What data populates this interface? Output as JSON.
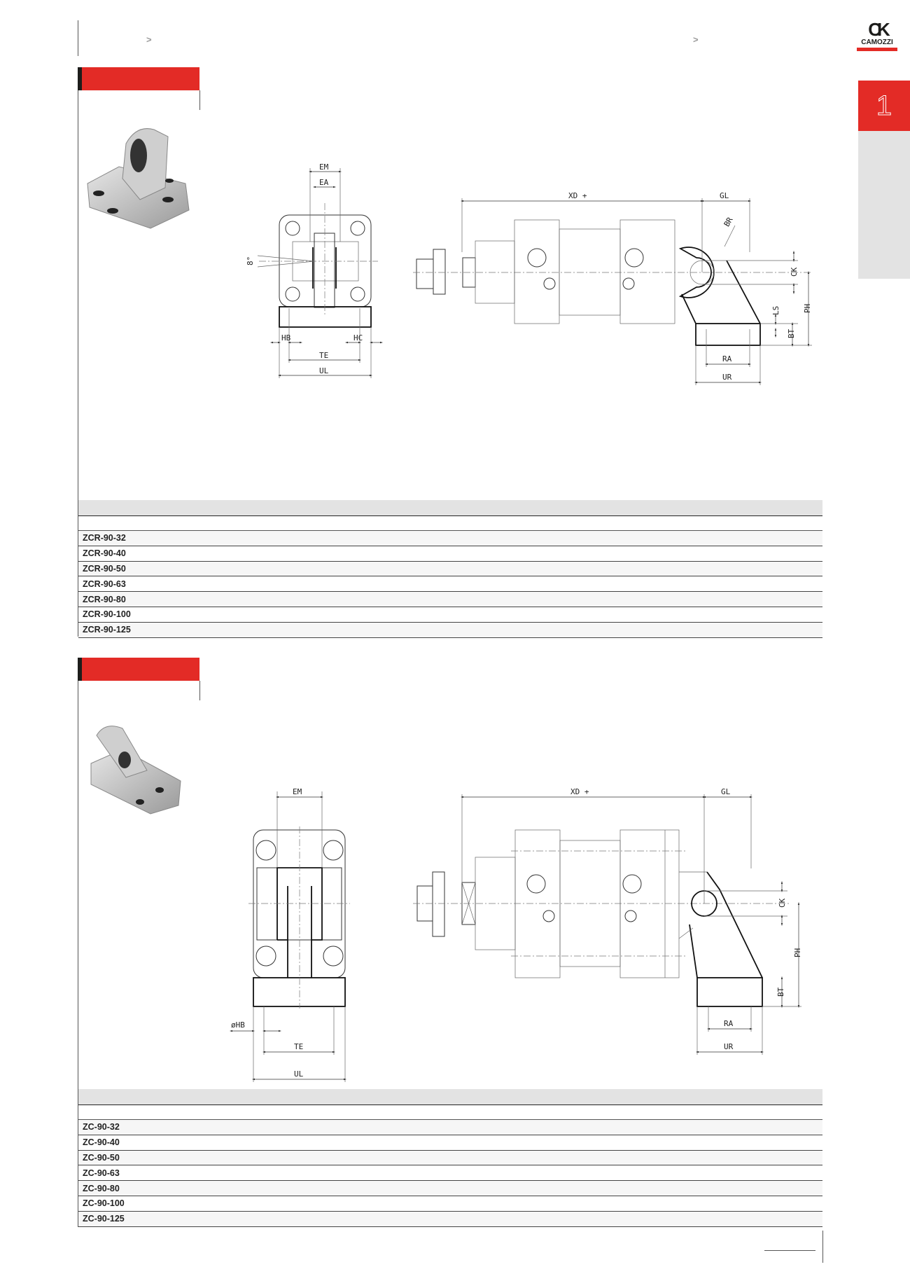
{
  "header": {
    "breadcrumb_separators": [
      ">",
      ">"
    ],
    "logo": {
      "text": "CAMOZZI",
      "mark": "CK"
    },
    "chapter_tab": "1"
  },
  "colors": {
    "brand_red": "#e32b26",
    "dark": "#1d1d1b",
    "table_header_grey": "#e3e3e3"
  },
  "sections": [
    {
      "drawing_labels": {
        "em": "EM",
        "ea": "EA",
        "angle": "8°",
        "hb": "HB",
        "hc": "HC",
        "te": "TE",
        "ul": "UL",
        "xd": "XD +",
        "gl": "GL",
        "br": "BR",
        "ck": "CK",
        "ls": "LS",
        "bt": "BT",
        "ph": "PH",
        "ra": "RA",
        "ur": "UR"
      },
      "table_rows": [
        "ZCR-90-32",
        "ZCR-90-40",
        "ZCR-90-50",
        "ZCR-90-63",
        "ZCR-90-80",
        "ZCR-90-100",
        "ZCR-90-125"
      ]
    },
    {
      "drawing_labels": {
        "em": "EM",
        "hb": "øHB",
        "te": "TE",
        "ul": "UL",
        "xd": "XD +",
        "gl": "GL",
        "ck": "CK",
        "bt": "BT",
        "ph": "PH",
        "ra": "RA",
        "ur": "UR"
      },
      "table_rows": [
        "ZC-90-32",
        "ZC-90-40",
        "ZC-90-50",
        "ZC-90-63",
        "ZC-90-80",
        "ZC-90-100",
        "ZC-90-125"
      ]
    }
  ]
}
